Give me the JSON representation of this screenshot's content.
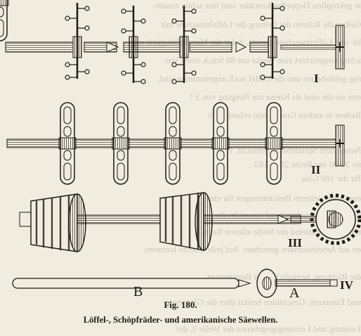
{
  "figure": {
    "label": "Fig. 180.",
    "caption": "Löffel-, Schöpfräder- und amerikanische Säewellen."
  },
  "part_labels": {
    "shaft_1": "I",
    "shaft_2": "II",
    "shaft_3": "III",
    "shaft_4": "IV",
    "piece_a": "A",
    "piece_b": "B"
  },
  "bleed_through_lines": [
    "ie gekröpften Doppelbeckenräder sind hier schon zusam-",
    "Gelber die Röhren der Leitung der Löffelmaschine mit",
    "ld- und Löffelmaschine gleicht, dafür der Mannigfaltigkeit eng-",
    "ichtig eingerichtet eine Werke um 80 Stück einen Vor-",
    "rag gebliebenen und die Löffel noch angenommen sind,",
    "enn sie die sind als Kreise zur Neigung von 3 !",
    "Reihen in andern Grade Stahl erforderlich",
    "Neben dem Spindelstahl gebracht, 180 !",
    "ny 30 90 iter Reine 2000 183",
    "Ihr die 180 Glas",
    "eine aller weiteren Bestimmungen für eine",
    "hier gerade unterbrechend zuwendet die",
    "tielen sehr mittelnd der Welle allezeit Beche",
    "en auf Arbeitsstunden gerechnet. Auf jede Überzo kommen",
    "die Richtung, bezüglich einer Bestimmten",
    "und Einsetzen, Geschilden besitzt über die Gärtnerei",
    "Leistung und Leistungsgegebenen der Welle 3, der"
  ]
}
